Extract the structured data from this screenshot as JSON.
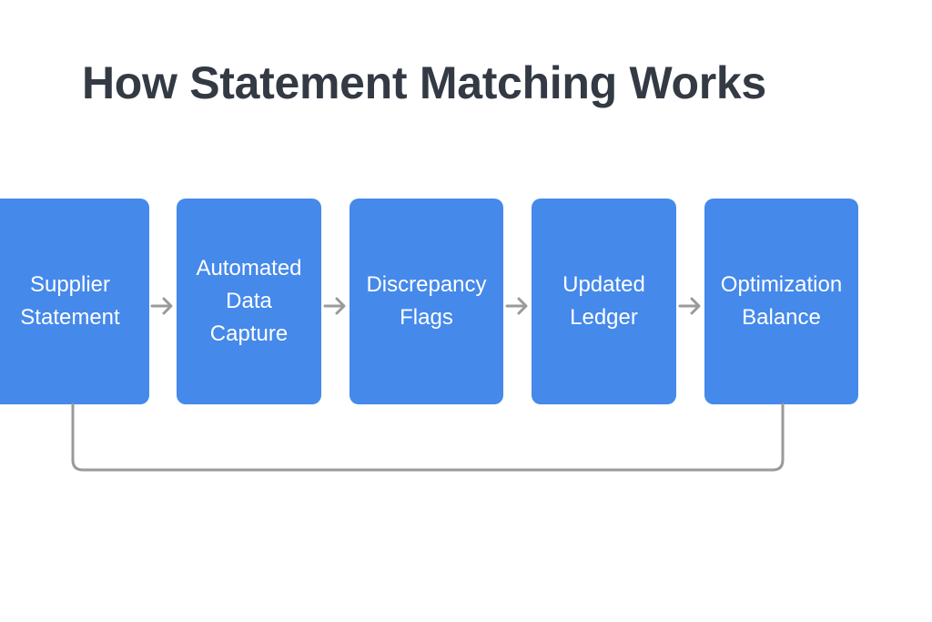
{
  "title": "How Statement Matching Works",
  "colors": {
    "box": "#4589ea",
    "connector": "#9a9a9a",
    "title": "#333a44"
  },
  "steps": [
    {
      "label": "Supplier\nStatement"
    },
    {
      "label": "Automated\nData\nCapture"
    },
    {
      "label": "Discrepancy\nFlags"
    },
    {
      "label": "Updated\nLedger"
    },
    {
      "label": "Optimization\nBalance"
    }
  ],
  "edges": [
    {
      "from": 0,
      "to": 1,
      "type": "arrow"
    },
    {
      "from": 1,
      "to": 2,
      "type": "arrow"
    },
    {
      "from": 2,
      "to": 3,
      "type": "arrow"
    },
    {
      "from": 3,
      "to": 4,
      "type": "arrow"
    },
    {
      "from": 0,
      "to": 4,
      "type": "loop-line"
    }
  ]
}
